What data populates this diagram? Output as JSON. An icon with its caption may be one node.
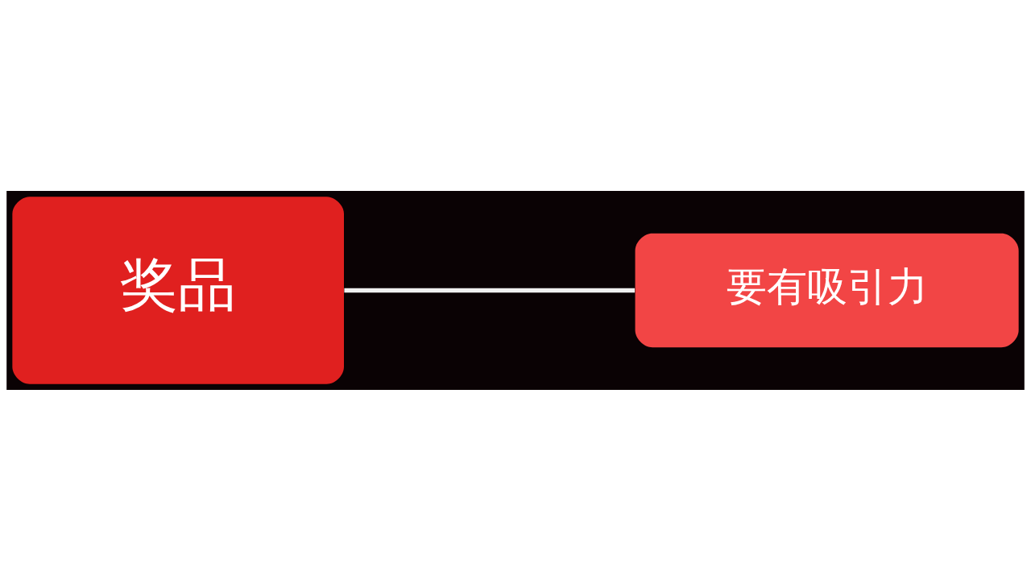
{
  "diagram": {
    "nodes": [
      {
        "text": [
          "奖品"
        ]
      },
      {
        "text": [
          "要有吸引力"
        ]
      }
    ],
    "edges": [
      {
        "from": 0,
        "to": 1,
        "arrow": "none"
      }
    ]
  }
}
